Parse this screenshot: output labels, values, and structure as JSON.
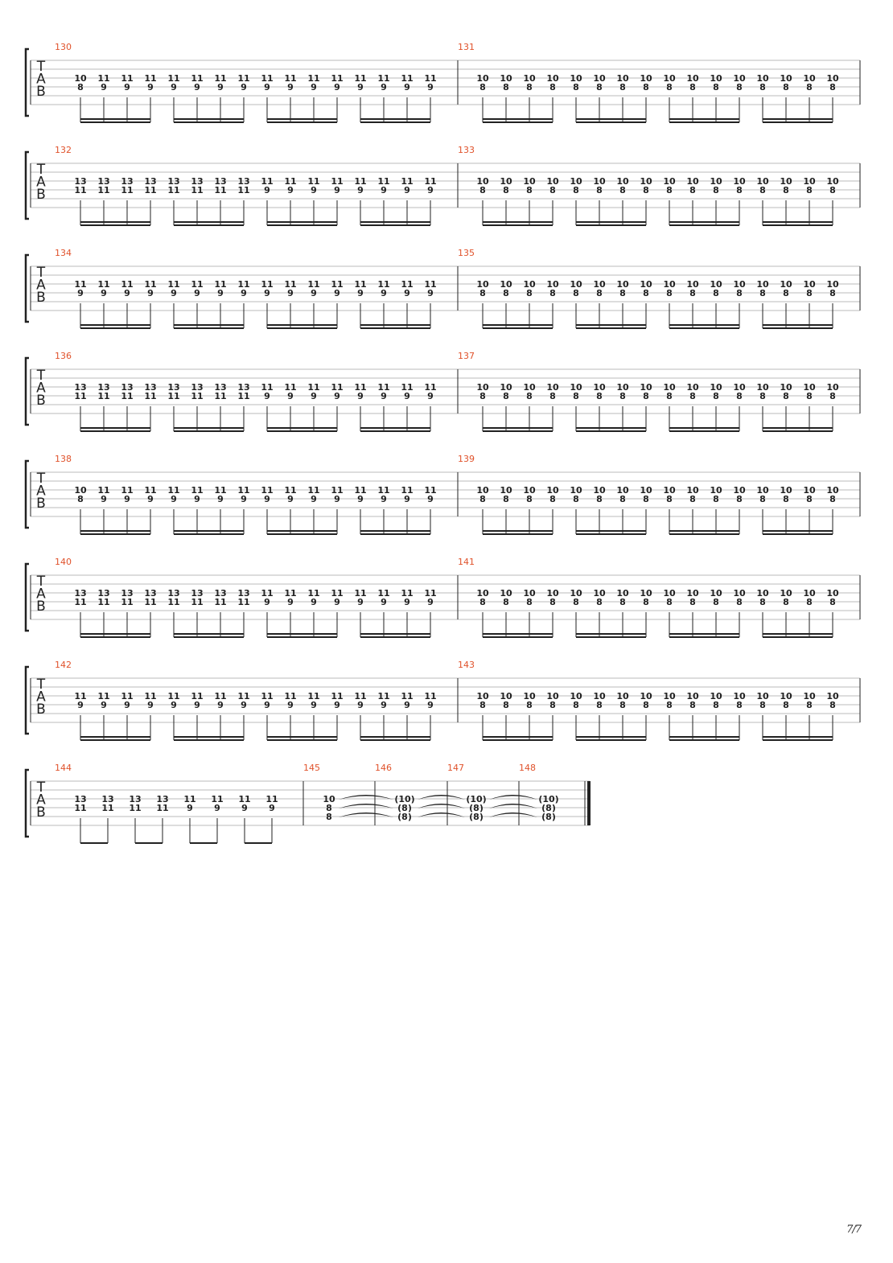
{
  "page": {
    "number_label": "7/7"
  },
  "colors": {
    "measure_number": "#e0522b",
    "staff_line": "#bbbbbb",
    "ink": "#222222"
  },
  "clef_text": [
    "T",
    "A",
    "B"
  ],
  "systems": [
    {
      "measures": [
        {
          "number": "130",
          "beats": [
            [
              "10",
              "8"
            ],
            [
              "11",
              "9"
            ],
            [
              "11",
              "9"
            ],
            [
              "11",
              "9"
            ],
            [
              "11",
              "9"
            ],
            [
              "11",
              "9"
            ],
            [
              "11",
              "9"
            ],
            [
              "11",
              "9"
            ],
            [
              "11",
              "9"
            ],
            [
              "11",
              "9"
            ],
            [
              "11",
              "9"
            ],
            [
              "11",
              "9"
            ],
            [
              "11",
              "9"
            ],
            [
              "11",
              "9"
            ],
            [
              "11",
              "9"
            ],
            [
              "11",
              "9"
            ]
          ]
        },
        {
          "number": "131",
          "beats": [
            [
              "10",
              "8"
            ],
            [
              "10",
              "8"
            ],
            [
              "10",
              "8"
            ],
            [
              "10",
              "8"
            ],
            [
              "10",
              "8"
            ],
            [
              "10",
              "8"
            ],
            [
              "10",
              "8"
            ],
            [
              "10",
              "8"
            ],
            [
              "10",
              "8"
            ],
            [
              "10",
              "8"
            ],
            [
              "10",
              "8"
            ],
            [
              "10",
              "8"
            ],
            [
              "10",
              "8"
            ],
            [
              "10",
              "8"
            ],
            [
              "10",
              "8"
            ],
            [
              "10",
              "8"
            ]
          ]
        }
      ]
    },
    {
      "measures": [
        {
          "number": "132",
          "beats": [
            [
              "13",
              "11"
            ],
            [
              "13",
              "11"
            ],
            [
              "13",
              "11"
            ],
            [
              "13",
              "11"
            ],
            [
              "13",
              "11"
            ],
            [
              "13",
              "11"
            ],
            [
              "13",
              "11"
            ],
            [
              "13",
              "11"
            ],
            [
              "11",
              "9"
            ],
            [
              "11",
              "9"
            ],
            [
              "11",
              "9"
            ],
            [
              "11",
              "9"
            ],
            [
              "11",
              "9"
            ],
            [
              "11",
              "9"
            ],
            [
              "11",
              "9"
            ],
            [
              "11",
              "9"
            ]
          ]
        },
        {
          "number": "133",
          "beats": [
            [
              "10",
              "8"
            ],
            [
              "10",
              "8"
            ],
            [
              "10",
              "8"
            ],
            [
              "10",
              "8"
            ],
            [
              "10",
              "8"
            ],
            [
              "10",
              "8"
            ],
            [
              "10",
              "8"
            ],
            [
              "10",
              "8"
            ],
            [
              "10",
              "8"
            ],
            [
              "10",
              "8"
            ],
            [
              "10",
              "8"
            ],
            [
              "10",
              "8"
            ],
            [
              "10",
              "8"
            ],
            [
              "10",
              "8"
            ],
            [
              "10",
              "8"
            ],
            [
              "10",
              "8"
            ]
          ]
        }
      ]
    },
    {
      "measures": [
        {
          "number": "134",
          "beats": [
            [
              "11",
              "9"
            ],
            [
              "11",
              "9"
            ],
            [
              "11",
              "9"
            ],
            [
              "11",
              "9"
            ],
            [
              "11",
              "9"
            ],
            [
              "11",
              "9"
            ],
            [
              "11",
              "9"
            ],
            [
              "11",
              "9"
            ],
            [
              "11",
              "9"
            ],
            [
              "11",
              "9"
            ],
            [
              "11",
              "9"
            ],
            [
              "11",
              "9"
            ],
            [
              "11",
              "9"
            ],
            [
              "11",
              "9"
            ],
            [
              "11",
              "9"
            ],
            [
              "11",
              "9"
            ]
          ]
        },
        {
          "number": "135",
          "beats": [
            [
              "10",
              "8"
            ],
            [
              "10",
              "8"
            ],
            [
              "10",
              "8"
            ],
            [
              "10",
              "8"
            ],
            [
              "10",
              "8"
            ],
            [
              "10",
              "8"
            ],
            [
              "10",
              "8"
            ],
            [
              "10",
              "8"
            ],
            [
              "10",
              "8"
            ],
            [
              "10",
              "8"
            ],
            [
              "10",
              "8"
            ],
            [
              "10",
              "8"
            ],
            [
              "10",
              "8"
            ],
            [
              "10",
              "8"
            ],
            [
              "10",
              "8"
            ],
            [
              "10",
              "8"
            ]
          ]
        }
      ]
    },
    {
      "measures": [
        {
          "number": "136",
          "beats": [
            [
              "13",
              "11"
            ],
            [
              "13",
              "11"
            ],
            [
              "13",
              "11"
            ],
            [
              "13",
              "11"
            ],
            [
              "13",
              "11"
            ],
            [
              "13",
              "11"
            ],
            [
              "13",
              "11"
            ],
            [
              "13",
              "11"
            ],
            [
              "11",
              "9"
            ],
            [
              "11",
              "9"
            ],
            [
              "11",
              "9"
            ],
            [
              "11",
              "9"
            ],
            [
              "11",
              "9"
            ],
            [
              "11",
              "9"
            ],
            [
              "11",
              "9"
            ],
            [
              "11",
              "9"
            ]
          ]
        },
        {
          "number": "137",
          "beats": [
            [
              "10",
              "8"
            ],
            [
              "10",
              "8"
            ],
            [
              "10",
              "8"
            ],
            [
              "10",
              "8"
            ],
            [
              "10",
              "8"
            ],
            [
              "10",
              "8"
            ],
            [
              "10",
              "8"
            ],
            [
              "10",
              "8"
            ],
            [
              "10",
              "8"
            ],
            [
              "10",
              "8"
            ],
            [
              "10",
              "8"
            ],
            [
              "10",
              "8"
            ],
            [
              "10",
              "8"
            ],
            [
              "10",
              "8"
            ],
            [
              "10",
              "8"
            ],
            [
              "10",
              "8"
            ]
          ]
        }
      ]
    },
    {
      "measures": [
        {
          "number": "138",
          "beats": [
            [
              "10",
              "8"
            ],
            [
              "11",
              "9"
            ],
            [
              "11",
              "9"
            ],
            [
              "11",
              "9"
            ],
            [
              "11",
              "9"
            ],
            [
              "11",
              "9"
            ],
            [
              "11",
              "9"
            ],
            [
              "11",
              "9"
            ],
            [
              "11",
              "9"
            ],
            [
              "11",
              "9"
            ],
            [
              "11",
              "9"
            ],
            [
              "11",
              "9"
            ],
            [
              "11",
              "9"
            ],
            [
              "11",
              "9"
            ],
            [
              "11",
              "9"
            ],
            [
              "11",
              "9"
            ]
          ]
        },
        {
          "number": "139",
          "beats": [
            [
              "10",
              "8"
            ],
            [
              "10",
              "8"
            ],
            [
              "10",
              "8"
            ],
            [
              "10",
              "8"
            ],
            [
              "10",
              "8"
            ],
            [
              "10",
              "8"
            ],
            [
              "10",
              "8"
            ],
            [
              "10",
              "8"
            ],
            [
              "10",
              "8"
            ],
            [
              "10",
              "8"
            ],
            [
              "10",
              "8"
            ],
            [
              "10",
              "8"
            ],
            [
              "10",
              "8"
            ],
            [
              "10",
              "8"
            ],
            [
              "10",
              "8"
            ],
            [
              "10",
              "8"
            ]
          ]
        }
      ]
    },
    {
      "measures": [
        {
          "number": "140",
          "beats": [
            [
              "13",
              "11"
            ],
            [
              "13",
              "11"
            ],
            [
              "13",
              "11"
            ],
            [
              "13",
              "11"
            ],
            [
              "13",
              "11"
            ],
            [
              "13",
              "11"
            ],
            [
              "13",
              "11"
            ],
            [
              "13",
              "11"
            ],
            [
              "11",
              "9"
            ],
            [
              "11",
              "9"
            ],
            [
              "11",
              "9"
            ],
            [
              "11",
              "9"
            ],
            [
              "11",
              "9"
            ],
            [
              "11",
              "9"
            ],
            [
              "11",
              "9"
            ],
            [
              "11",
              "9"
            ]
          ]
        },
        {
          "number": "141",
          "beats": [
            [
              "10",
              "8"
            ],
            [
              "10",
              "8"
            ],
            [
              "10",
              "8"
            ],
            [
              "10",
              "8"
            ],
            [
              "10",
              "8"
            ],
            [
              "10",
              "8"
            ],
            [
              "10",
              "8"
            ],
            [
              "10",
              "8"
            ],
            [
              "10",
              "8"
            ],
            [
              "10",
              "8"
            ],
            [
              "10",
              "8"
            ],
            [
              "10",
              "8"
            ],
            [
              "10",
              "8"
            ],
            [
              "10",
              "8"
            ],
            [
              "10",
              "8"
            ],
            [
              "10",
              "8"
            ]
          ]
        }
      ]
    },
    {
      "measures": [
        {
          "number": "142",
          "beats": [
            [
              "11",
              "9"
            ],
            [
              "11",
              "9"
            ],
            [
              "11",
              "9"
            ],
            [
              "11",
              "9"
            ],
            [
              "11",
              "9"
            ],
            [
              "11",
              "9"
            ],
            [
              "11",
              "9"
            ],
            [
              "11",
              "9"
            ],
            [
              "11",
              "9"
            ],
            [
              "11",
              "9"
            ],
            [
              "11",
              "9"
            ],
            [
              "11",
              "9"
            ],
            [
              "11",
              "9"
            ],
            [
              "11",
              "9"
            ],
            [
              "11",
              "9"
            ],
            [
              "11",
              "9"
            ]
          ]
        },
        {
          "number": "143",
          "beats": [
            [
              "10",
              "8"
            ],
            [
              "10",
              "8"
            ],
            [
              "10",
              "8"
            ],
            [
              "10",
              "8"
            ],
            [
              "10",
              "8"
            ],
            [
              "10",
              "8"
            ],
            [
              "10",
              "8"
            ],
            [
              "10",
              "8"
            ],
            [
              "10",
              "8"
            ],
            [
              "10",
              "8"
            ],
            [
              "10",
              "8"
            ],
            [
              "10",
              "8"
            ],
            [
              "10",
              "8"
            ],
            [
              "10",
              "8"
            ],
            [
              "10",
              "8"
            ],
            [
              "10",
              "8"
            ]
          ]
        }
      ]
    }
  ],
  "last_system": {
    "measure_144": {
      "number": "144",
      "beats": [
        [
          "13",
          "11"
        ],
        [
          "13",
          "11"
        ],
        [
          "13",
          "11"
        ],
        [
          "13",
          "11"
        ],
        [
          "11",
          "9"
        ],
        [
          "11",
          "9"
        ],
        [
          "11",
          "9"
        ],
        [
          "11",
          "9"
        ]
      ]
    },
    "measure_145": {
      "number": "145",
      "chord": [
        "10",
        "8",
        "8"
      ]
    },
    "tied_measures": [
      {
        "number": "146",
        "chord": [
          "(10)",
          "(8)",
          "(8)"
        ]
      },
      {
        "number": "147",
        "chord": [
          "(10)",
          "(8)",
          "(8)"
        ]
      },
      {
        "number": "148",
        "chord": [
          "(10)",
          "(8)",
          "(8)"
        ]
      }
    ]
  }
}
